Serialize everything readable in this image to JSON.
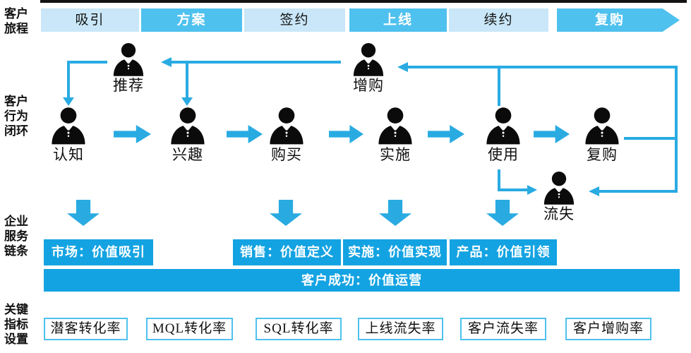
{
  "colors": {
    "stage_light_blue": "#C9E7F8",
    "stage_medium_blue": "#4FC1EE",
    "arrow_blue": "#29ABE2",
    "service_box_blue": "#14A3E2",
    "metric_border_blue": "#4FC1EE",
    "text_dark": "#111111",
    "text_white": "#ffffff"
  },
  "journey": {
    "section_label": "客户旅程",
    "stages": [
      {
        "label": "吸引",
        "variant": "light"
      },
      {
        "label": "方案",
        "variant": "medium"
      },
      {
        "label": "签约",
        "variant": "light"
      },
      {
        "label": "上线",
        "variant": "medium"
      },
      {
        "label": "续约",
        "variant": "light"
      },
      {
        "label": "复购",
        "variant": "medium-arrow"
      }
    ]
  },
  "behavior_loop": {
    "section_label": "客户行为闭环",
    "top_nodes": [
      {
        "label": "推荐"
      },
      {
        "label": "增购"
      }
    ],
    "main_nodes": [
      {
        "label": "认知"
      },
      {
        "label": "兴趣"
      },
      {
        "label": "购买"
      },
      {
        "label": "实施"
      },
      {
        "label": "使用"
      },
      {
        "label": "复购"
      }
    ],
    "churn_node": {
      "label": "流失"
    }
  },
  "service_chain": {
    "section_label": "企业服务链条",
    "boxes": [
      {
        "label": "市场：价值吸引"
      },
      {
        "label": "销售：价值定义"
      },
      {
        "label": "实施：价值实现"
      },
      {
        "label": "产品：价值引领"
      }
    ],
    "bar": {
      "label": "客户成功：价值运营"
    }
  },
  "metrics": {
    "section_label": "关键指标设置",
    "items": [
      {
        "label": "潜客转化率"
      },
      {
        "label": "MQL转化率"
      },
      {
        "label": "SQL转化率"
      },
      {
        "label": "上线流失率"
      },
      {
        "label": "客户流失率"
      },
      {
        "label": "客户增购率"
      }
    ]
  }
}
